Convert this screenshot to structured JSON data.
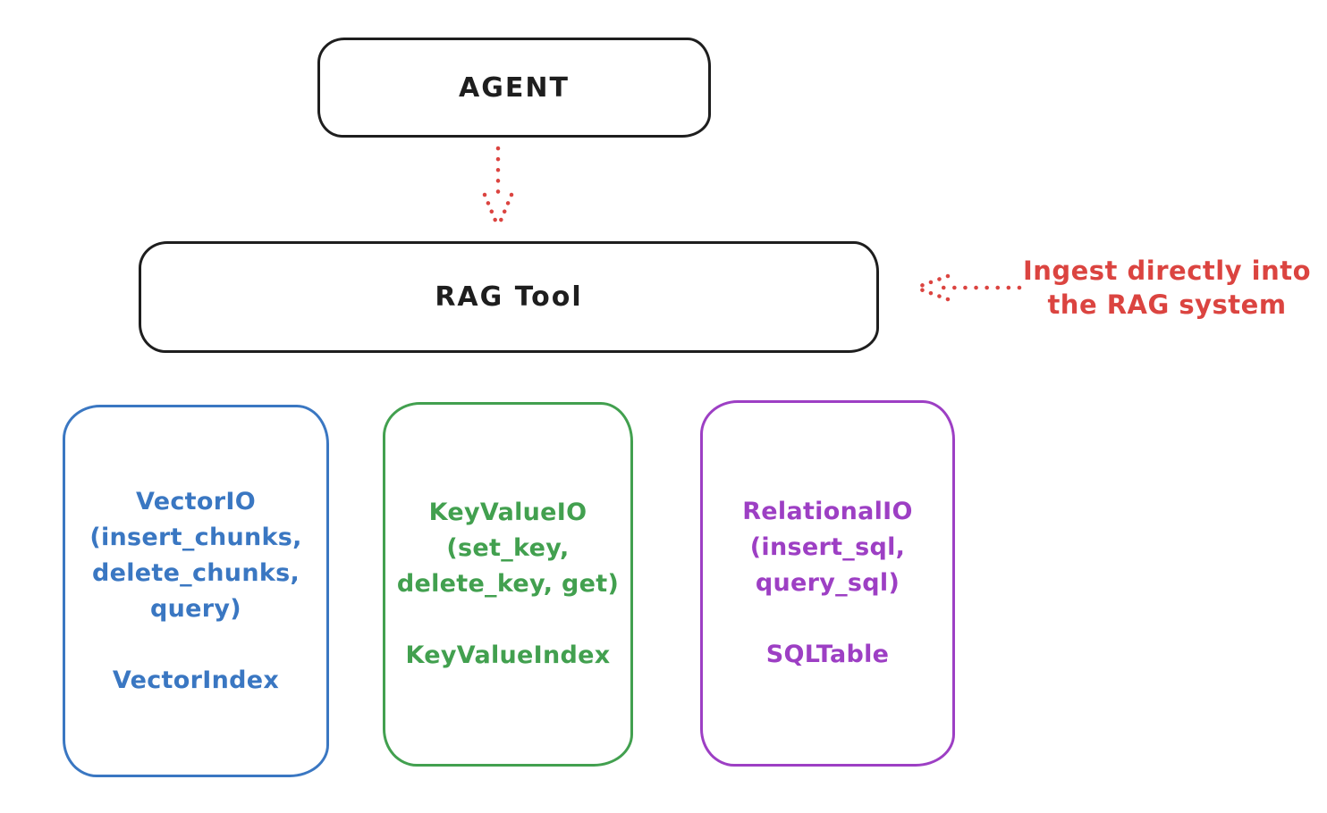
{
  "colors": {
    "ink": "#1e1e1e",
    "red": "#db4440",
    "blue": "#3a77c2",
    "green": "#42a04f",
    "purple": "#9d3fc4",
    "background": "#ffffff"
  },
  "nodes": {
    "agent": {
      "label": "AGENT"
    },
    "rag_tool": {
      "label": "RAG Tool"
    }
  },
  "annotation": {
    "line1": "Ingest directly into",
    "line2": "the RAG system"
  },
  "cards": [
    {
      "id": "vector-io",
      "color": "#3a77c2",
      "lines": [
        "VectorIO",
        "(insert_chunks,",
        "delete_chunks,",
        "query)"
      ],
      "footer": "VectorIndex"
    },
    {
      "id": "keyvalue-io",
      "color": "#42a04f",
      "lines": [
        "KeyValueIO",
        "(set_key,",
        "delete_key, get)"
      ],
      "footer": "KeyValueIndex"
    },
    {
      "id": "relational-io",
      "color": "#9d3fc4",
      "lines": [
        "RelationalIO",
        "(insert_sql,",
        "query_sql)"
      ],
      "footer": "SQLTable"
    }
  ]
}
